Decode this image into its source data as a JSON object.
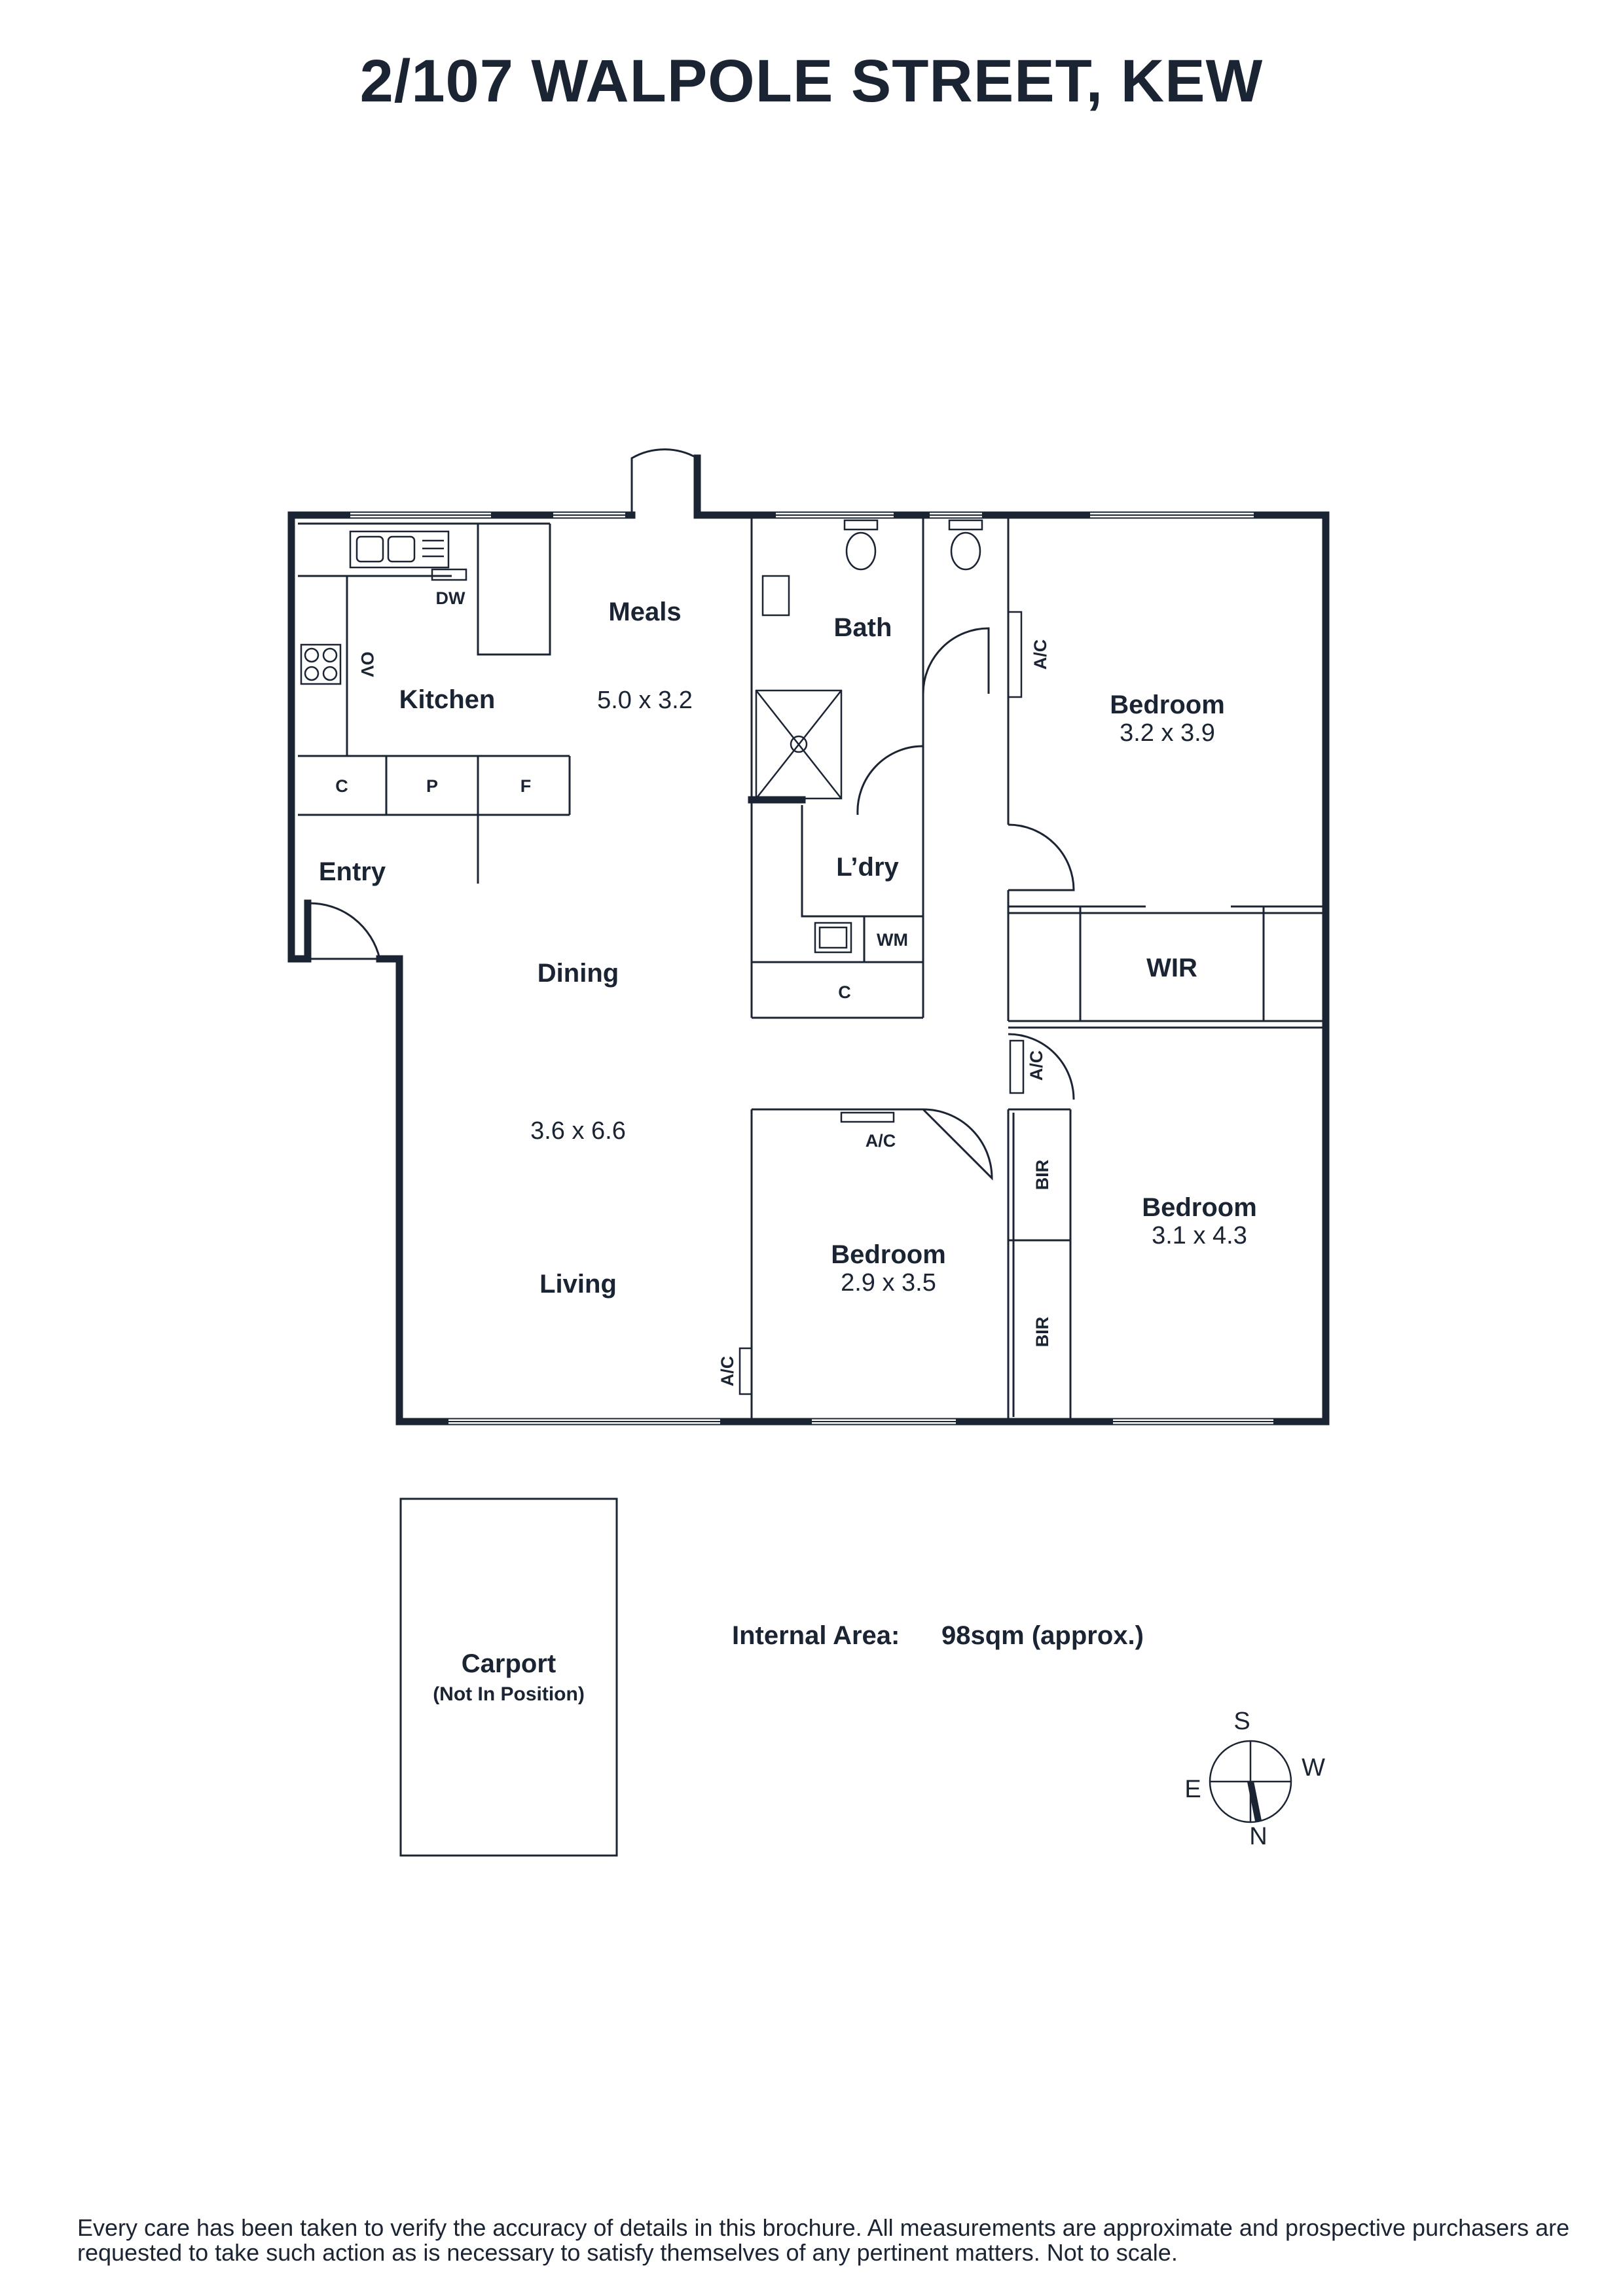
{
  "title": "2/107 WALPOLE STREET, KEW",
  "rooms": {
    "meals": "Meals",
    "meals_dims": "5.0 x 3.2",
    "kitchen": "Kitchen",
    "bath": "Bath",
    "laundry": "L’dry",
    "entry": "Entry",
    "dining": "Dining",
    "dining_living_dims": "3.6 x 6.6",
    "living": "Living",
    "bedroom1": "Bedroom",
    "bedroom1_dims": "3.2 x 3.9",
    "wir": "WIR",
    "bedroom2": "Bedroom",
    "bedroom2_dims": "2.9 x 3.5",
    "bedroom3": "Bedroom",
    "bedroom3_dims": "3.1 x 4.3",
    "carport": "Carport",
    "carport_note": "(Not In Position)"
  },
  "fixtures": {
    "dw": "DW",
    "ov": "OV",
    "c": "C",
    "p": "P",
    "f": "F",
    "wm": "WM",
    "ac": "A/C",
    "bir": "BIR"
  },
  "area": {
    "label": "Internal Area:",
    "value": "98sqm (approx.)"
  },
  "compass": {
    "s": "S",
    "w": "W",
    "e": "E",
    "n": "N"
  },
  "disclaimer": "Every care has been taken to verify the accuracy of details in this brochure. All measurements are approximate and prospective purchasers are requested to take such action as is necessary to satisfy themselves of any pertinent matters. Not to scale."
}
